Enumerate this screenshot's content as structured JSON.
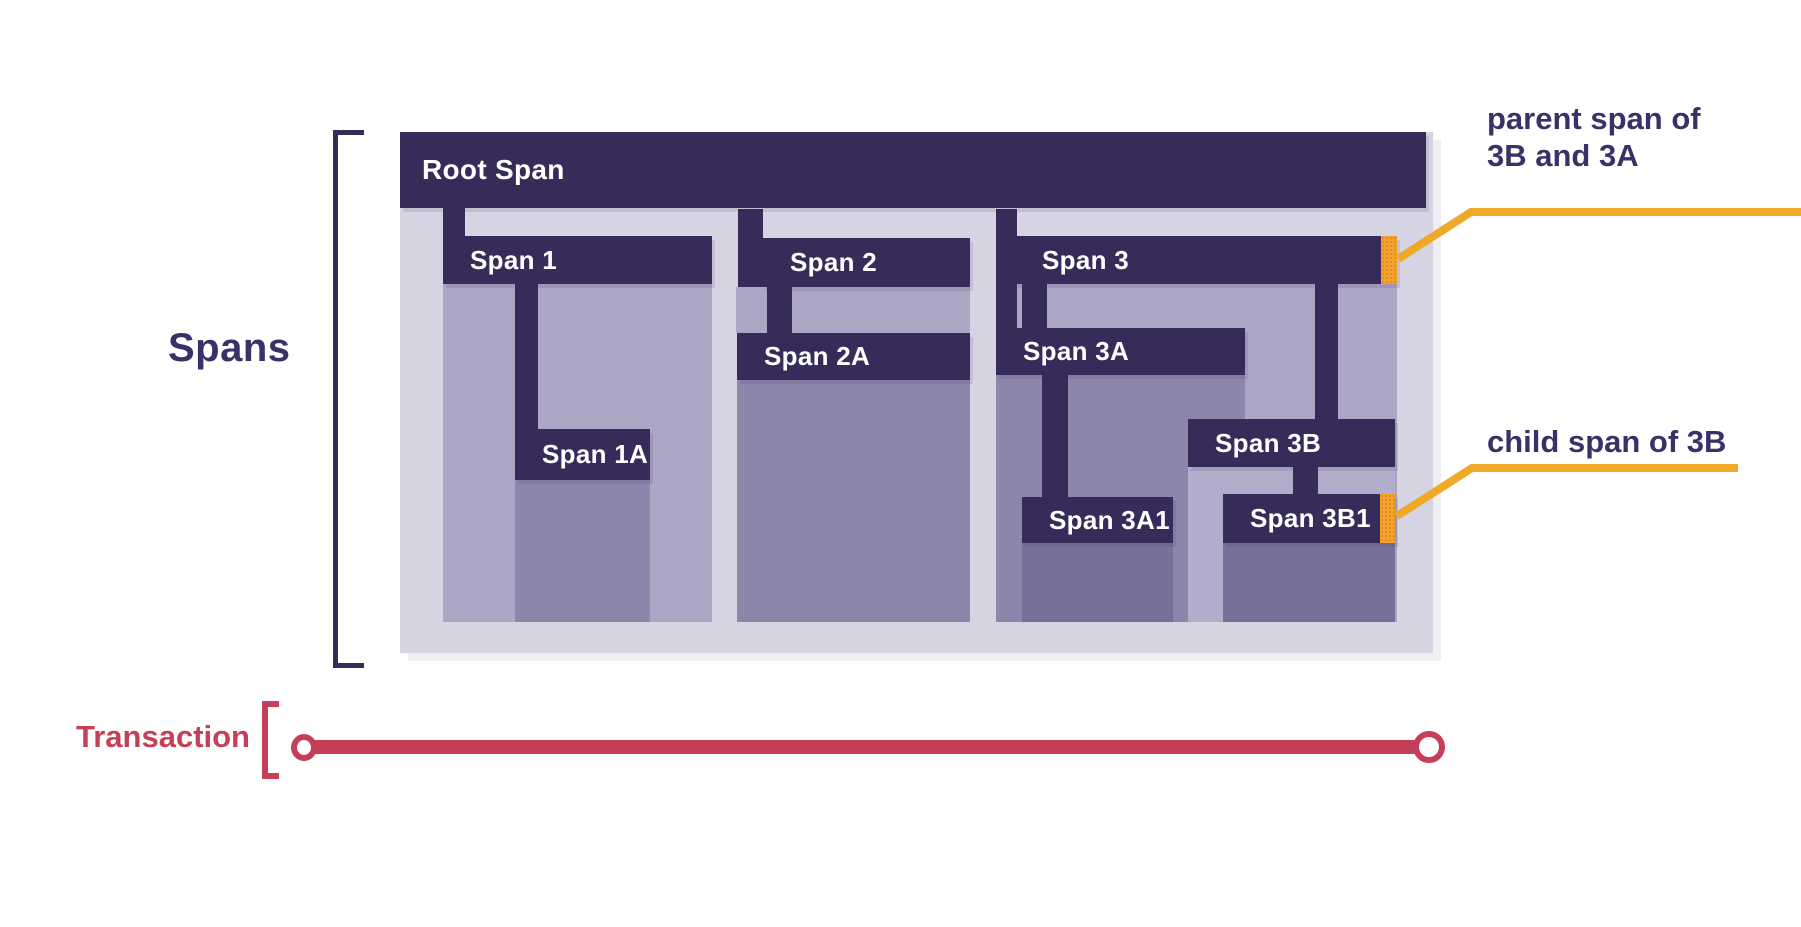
{
  "sections": {
    "spans_label": "Spans",
    "transaction_label": "Transaction"
  },
  "spans": {
    "root": {
      "label": "Root Span"
    },
    "span1": {
      "label": "Span 1"
    },
    "span1a": {
      "label": "Span 1A"
    },
    "span2": {
      "label": "Span 2"
    },
    "span2a": {
      "label": "Span 2A"
    },
    "span3": {
      "label": "Span 3"
    },
    "span3a": {
      "label": "Span 3A"
    },
    "span3a1": {
      "label": "Span 3A1"
    },
    "span3b": {
      "label": "Span 3B"
    },
    "span3b1": {
      "label": "Span 3B1"
    }
  },
  "hierarchy_note": {
    "root_children": [
      "Span 1",
      "Span 2",
      "Span 3"
    ],
    "span3_children": [
      "Span 3A",
      "Span 3B"
    ],
    "highlighted_spans": [
      "Span 3",
      "Span 3B1"
    ]
  },
  "annotations": {
    "parent_line1": "parent span of",
    "parent_line2": "3B and 3A",
    "child": "child span of 3B"
  },
  "colors": {
    "bar_navy": "#362b59",
    "container": "#d6d3e2",
    "fill_light": "#aba6c4",
    "fill_medium": "#8c86aa",
    "fill_dark": "#77719a",
    "fill_3b": "#b2adca",
    "highlight_orange": "#f2a32a",
    "accent_orange": "#eeaa26",
    "transaction_red": "#c53f58",
    "text_navy": "#3a3168"
  }
}
